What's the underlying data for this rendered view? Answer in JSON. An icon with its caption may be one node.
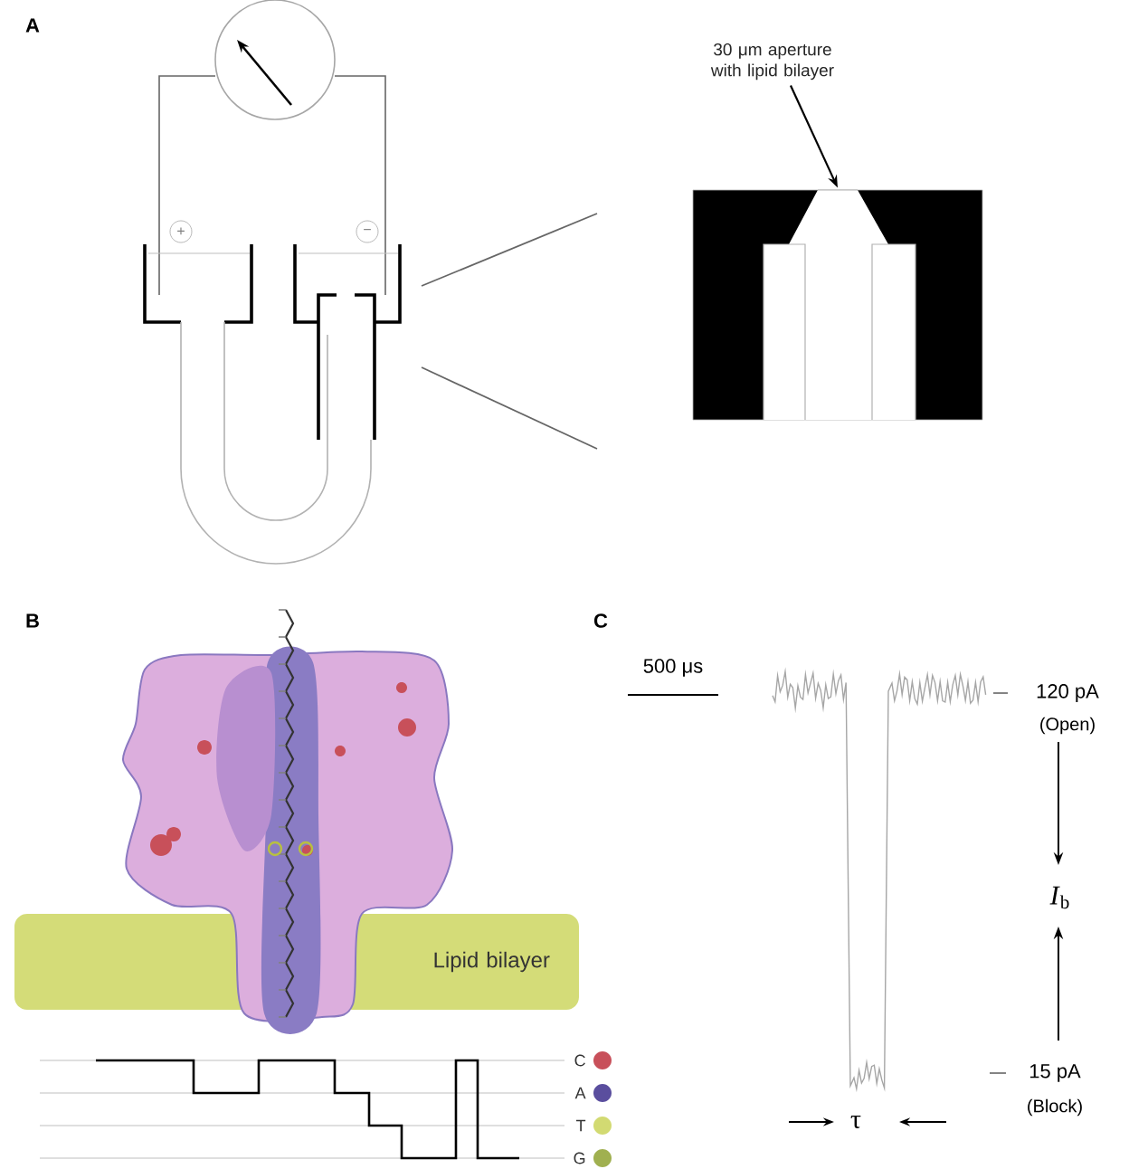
{
  "diagram": {
    "nodes": [
      {
        "text": [
          "30 μm aperture with lipid bilayer"
        ]
      },
      {
        "text": [],
        "shape": "picture"
      },
      {
        "text": [
          "Lipid bilayer"
        ]
      }
    ],
    "edges": [
      {
        "from": 0,
        "to": 1,
        "arrow": "to"
      }
    ],
    "labels": [
      "A",
      "+",
      "−",
      "B",
      "C",
      "500 μs",
      "120 pA",
      "(Open)",
      "*I*$_{b}$",
      "15 pA",
      "(Block)",
      "τ"
    ],
    "legend": [
      {
        "text": "C",
        "color": "#c8505a"
      },
      {
        "text": "A",
        "color": "#5a4e9e"
      },
      {
        "text": "T",
        "color": "#d2da72"
      },
      {
        "text": "G",
        "color": "#a0b050"
      }
    ]
  }
}
